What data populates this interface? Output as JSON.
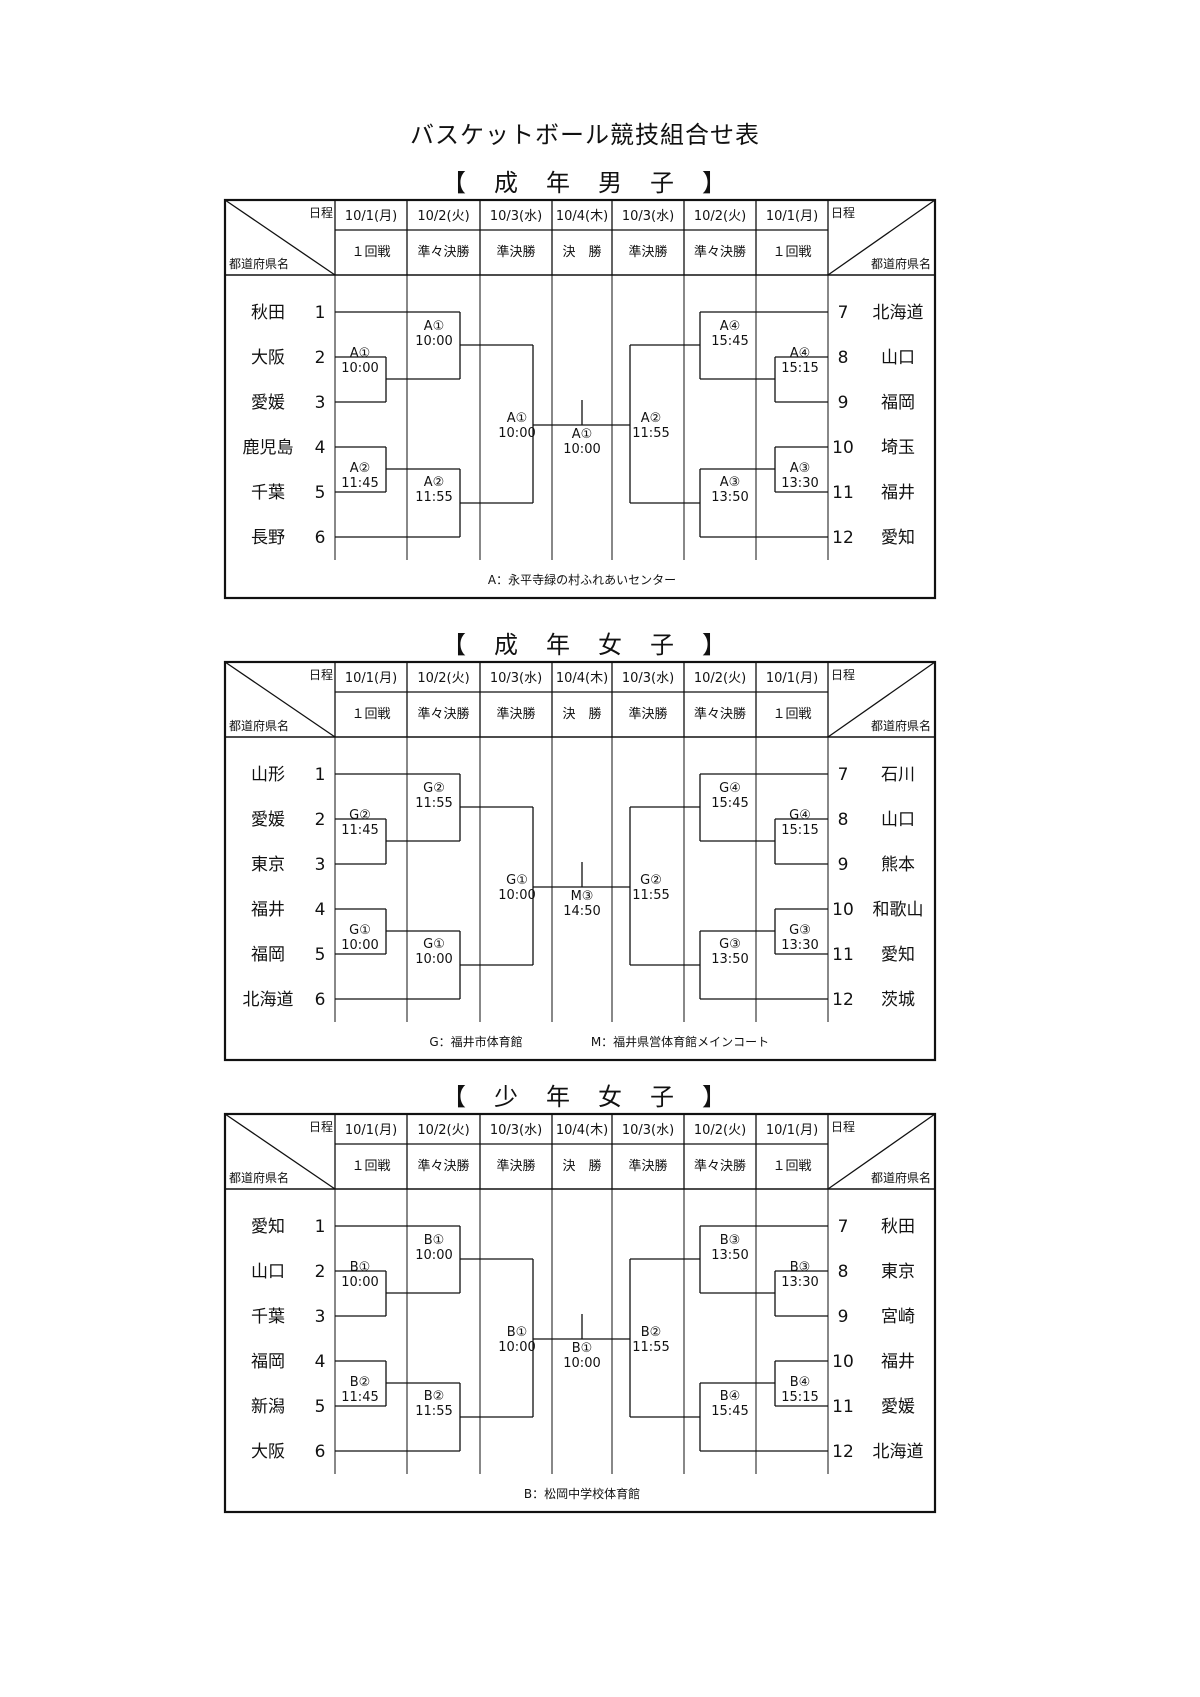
{
  "title": "バスケットボール競技組合せ表",
  "header": {
    "schedule_label": "日程",
    "pref_label": "都道府県名",
    "dates": [
      "10/1(月)",
      "10/2(火)",
      "10/3(水)",
      "10/4(木)",
      "10/3(水)",
      "10/2(火)",
      "10/1(月)"
    ],
    "rounds": [
      "１回戦",
      "準々決勝",
      "準決勝",
      "決　勝",
      "準決勝",
      "準々決勝",
      "１回戦"
    ]
  },
  "sections": [
    {
      "title": "【　成　年　男　子　】",
      "left_teams": [
        {
          "num": "1",
          "name": "秋田"
        },
        {
          "num": "2",
          "name": "大阪"
        },
        {
          "num": "3",
          "name": "愛媛"
        },
        {
          "num": "4",
          "name": "鹿児島"
        },
        {
          "num": "5",
          "name": "千葉"
        },
        {
          "num": "6",
          "name": "長野"
        }
      ],
      "right_teams": [
        {
          "num": "7",
          "name": "北海道"
        },
        {
          "num": "8",
          "name": "山口"
        },
        {
          "num": "9",
          "name": "福岡"
        },
        {
          "num": "10",
          "name": "埼玉"
        },
        {
          "num": "11",
          "name": "福井"
        },
        {
          "num": "12",
          "name": "愛知"
        }
      ],
      "matches": {
        "l_r1_top": [
          "A①",
          "10:00"
        ],
        "l_r1_bot": [
          "A②",
          "11:45"
        ],
        "l_qf_top": [
          "A①",
          "10:00"
        ],
        "l_qf_bot": [
          "A②",
          "11:55"
        ],
        "l_sf": [
          "A①",
          "10:00"
        ],
        "final": [
          "A①",
          "10:00"
        ],
        "r_sf": [
          "A②",
          "11:55"
        ],
        "r_qf_top": [
          "A④",
          "15:45"
        ],
        "r_qf_bot": [
          "A③",
          "13:50"
        ],
        "r_r1_top": [
          "A④",
          "15:15"
        ],
        "r_r1_bot": [
          "A③",
          "13:30"
        ]
      },
      "venues": [
        "A：永平寺緑の村ふれあいセンター"
      ]
    },
    {
      "title": "【　成　年　女　子　】",
      "left_teams": [
        {
          "num": "1",
          "name": "山形"
        },
        {
          "num": "2",
          "name": "愛媛"
        },
        {
          "num": "3",
          "name": "東京"
        },
        {
          "num": "4",
          "name": "福井"
        },
        {
          "num": "5",
          "name": "福岡"
        },
        {
          "num": "6",
          "name": "北海道"
        }
      ],
      "right_teams": [
        {
          "num": "7",
          "name": "石川"
        },
        {
          "num": "8",
          "name": "山口"
        },
        {
          "num": "9",
          "name": "熊本"
        },
        {
          "num": "10",
          "name": "和歌山"
        },
        {
          "num": "11",
          "name": "愛知"
        },
        {
          "num": "12",
          "name": "茨城"
        }
      ],
      "matches": {
        "l_r1_top": [
          "G②",
          "11:45"
        ],
        "l_r1_bot": [
          "G①",
          "10:00"
        ],
        "l_qf_top": [
          "G②",
          "11:55"
        ],
        "l_qf_bot": [
          "G①",
          "10:00"
        ],
        "l_sf": [
          "G①",
          "10:00"
        ],
        "final": [
          "M③",
          "14:50"
        ],
        "r_sf": [
          "G②",
          "11:55"
        ],
        "r_qf_top": [
          "G④",
          "15:45"
        ],
        "r_qf_bot": [
          "G③",
          "13:50"
        ],
        "r_r1_top": [
          "G④",
          "15:15"
        ],
        "r_r1_bot": [
          "G③",
          "13:30"
        ]
      },
      "venues": [
        "G：福井市体育館",
        "M：福井県営体育館メインコート"
      ]
    },
    {
      "title": "【　少　年　女　子　】",
      "left_teams": [
        {
          "num": "1",
          "name": "愛知"
        },
        {
          "num": "2",
          "name": "山口"
        },
        {
          "num": "3",
          "name": "千葉"
        },
        {
          "num": "4",
          "name": "福岡"
        },
        {
          "num": "5",
          "name": "新潟"
        },
        {
          "num": "6",
          "name": "大阪"
        }
      ],
      "right_teams": [
        {
          "num": "7",
          "name": "秋田"
        },
        {
          "num": "8",
          "name": "東京"
        },
        {
          "num": "9",
          "name": "宮崎"
        },
        {
          "num": "10",
          "name": "福井"
        },
        {
          "num": "11",
          "name": "愛媛"
        },
        {
          "num": "12",
          "name": "北海道"
        }
      ],
      "matches": {
        "l_r1_top": [
          "B①",
          "10:00"
        ],
        "l_r1_bot": [
          "B②",
          "11:45"
        ],
        "l_qf_top": [
          "B①",
          "10:00"
        ],
        "l_qf_bot": [
          "B②",
          "11:55"
        ],
        "l_sf": [
          "B①",
          "10:00"
        ],
        "final": [
          "B①",
          "10:00"
        ],
        "r_sf": [
          "B②",
          "11:55"
        ],
        "r_qf_top": [
          "B③",
          "13:50"
        ],
        "r_qf_bot": [
          "B④",
          "15:45"
        ],
        "r_r1_top": [
          "B③",
          "13:30"
        ],
        "r_r1_bot": [
          "B④",
          "15:15"
        ]
      },
      "venues": [
        "B：松岡中学校体育館"
      ]
    }
  ]
}
